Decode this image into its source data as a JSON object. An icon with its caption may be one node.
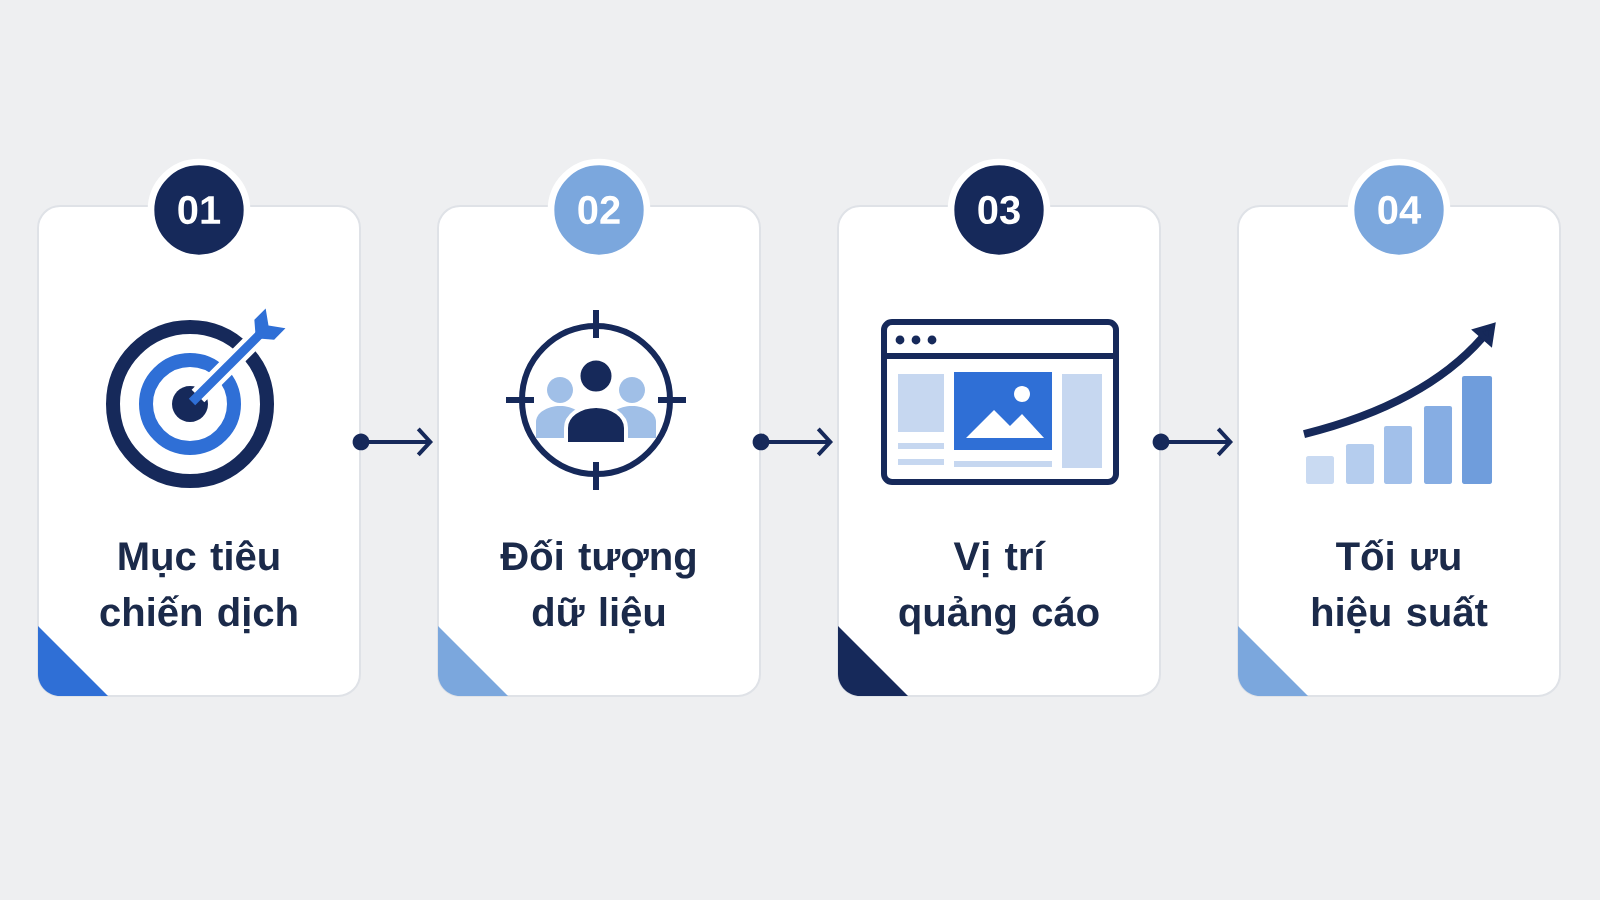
{
  "diagram": {
    "nodes": [
      {
        "text": [
          "01"
        ]
      },
      {
        "text": [
          "Mục tiêu chiến dịch"
        ]
      },
      {
        "text": [
          "02"
        ]
      },
      {
        "text": [
          "Đối tượng dữ liệu"
        ]
      },
      {
        "text": [
          "03"
        ]
      },
      {
        "text": [
          "Vị trí quảng cáo"
        ]
      },
      {
        "text": [
          "04"
        ]
      },
      {
        "text": [
          "Tối ưu hiệu suất"
        ]
      }
    ],
    "edges": [
      {
        "from": 1,
        "to": 3,
        "arrow": "to"
      },
      {
        "from": 3,
        "to": 5,
        "arrow": "to"
      },
      {
        "from": 5,
        "to": 7,
        "arrow": "to"
      }
    ]
  }
}
